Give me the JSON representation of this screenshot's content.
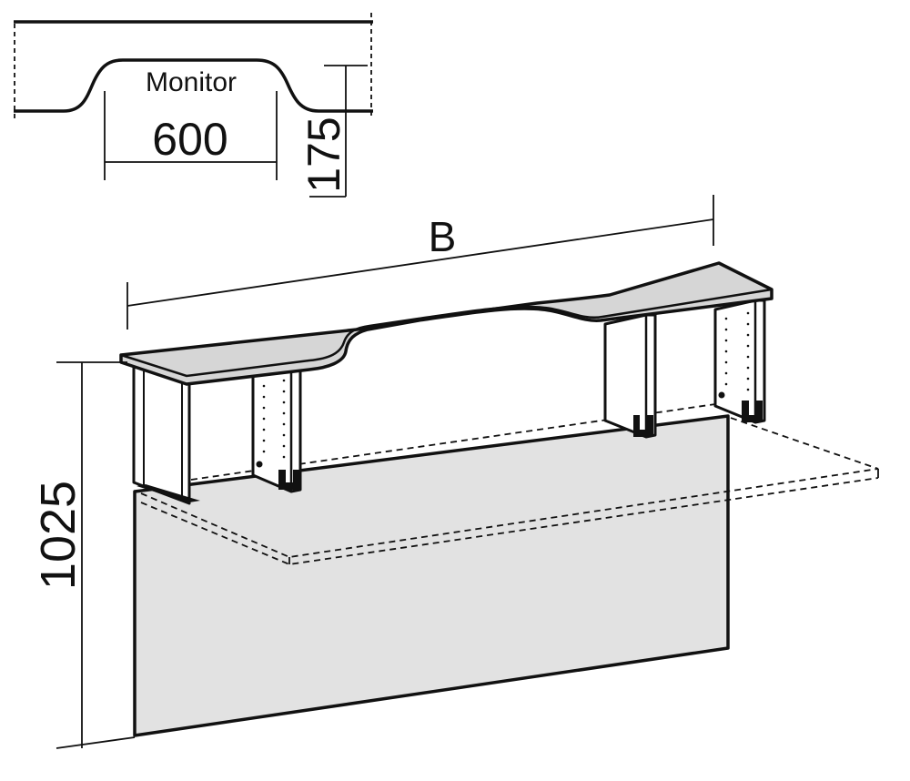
{
  "inset": {
    "monitor_label": "Monitor",
    "width_dim": "600",
    "depth_dim": "175"
  },
  "main": {
    "width_label": "B",
    "height_dim": "1025"
  },
  "colors": {
    "panel_fill": "#e2e2e2",
    "shelf_fill": "#d6d6d6",
    "line": "#111111"
  }
}
